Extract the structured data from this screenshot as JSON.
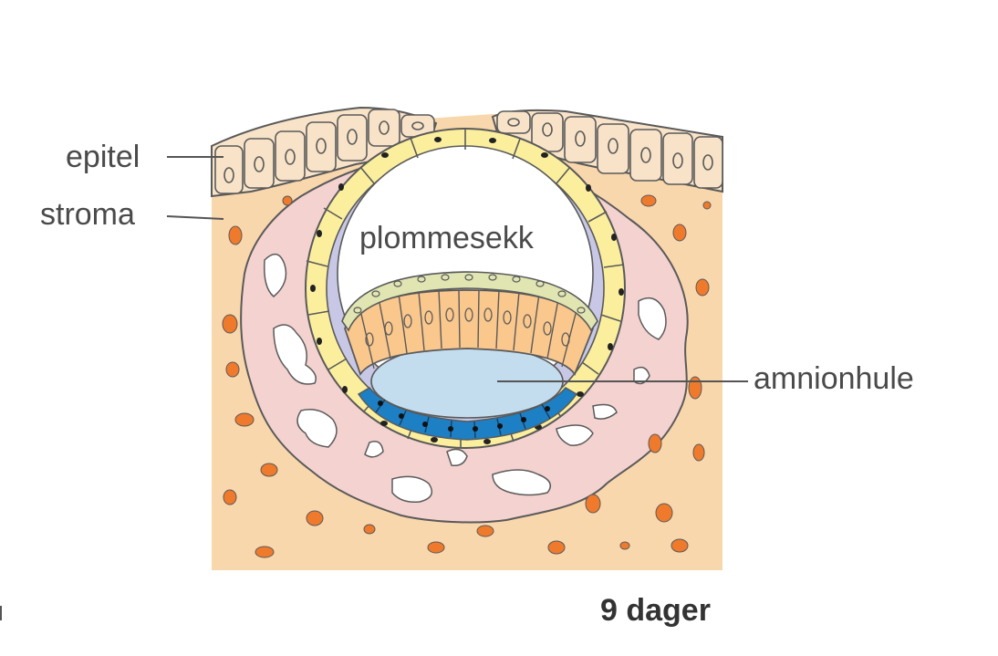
{
  "labels": {
    "epitel": "epitel",
    "stroma": "stroma",
    "yolk_sac": "plommesekk",
    "amniotic_cavity": "amnionhule"
  },
  "caption": "9 dager",
  "colors": {
    "stroma": "#f9d7ac",
    "epithelium_fill": "#f8e3c8",
    "trophoblast_pink": "#f3d2d0",
    "cytotrophoblast_yellow": "#fbef9e",
    "mesoderm_lavender": "#c8c8e6",
    "epiblast_orange": "#fac78c",
    "hypoblast_green": "#e0e5b2",
    "amnion_blue": "#1d7fc4",
    "amniotic_fluid": "#c3ddef",
    "stroma_cells": "#f07a2c",
    "outline": "#5a5a5a",
    "label_text": "#4a4a4a"
  }
}
